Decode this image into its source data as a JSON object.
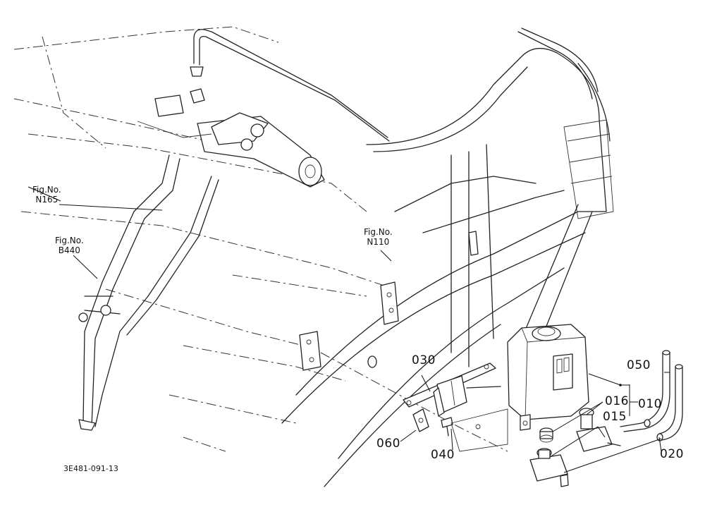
{
  "figure_refs": [
    {
      "fig": "Fig.No.",
      "num": "N165"
    },
    {
      "fig": "Fig.No.",
      "num": "B440"
    },
    {
      "fig": "Fig.No.",
      "num": "N110"
    }
  ],
  "parts": [
    "030",
    "050",
    "016",
    "010",
    "015",
    "020",
    "060",
    "040"
  ],
  "drawing_code": "3E481-091-13"
}
